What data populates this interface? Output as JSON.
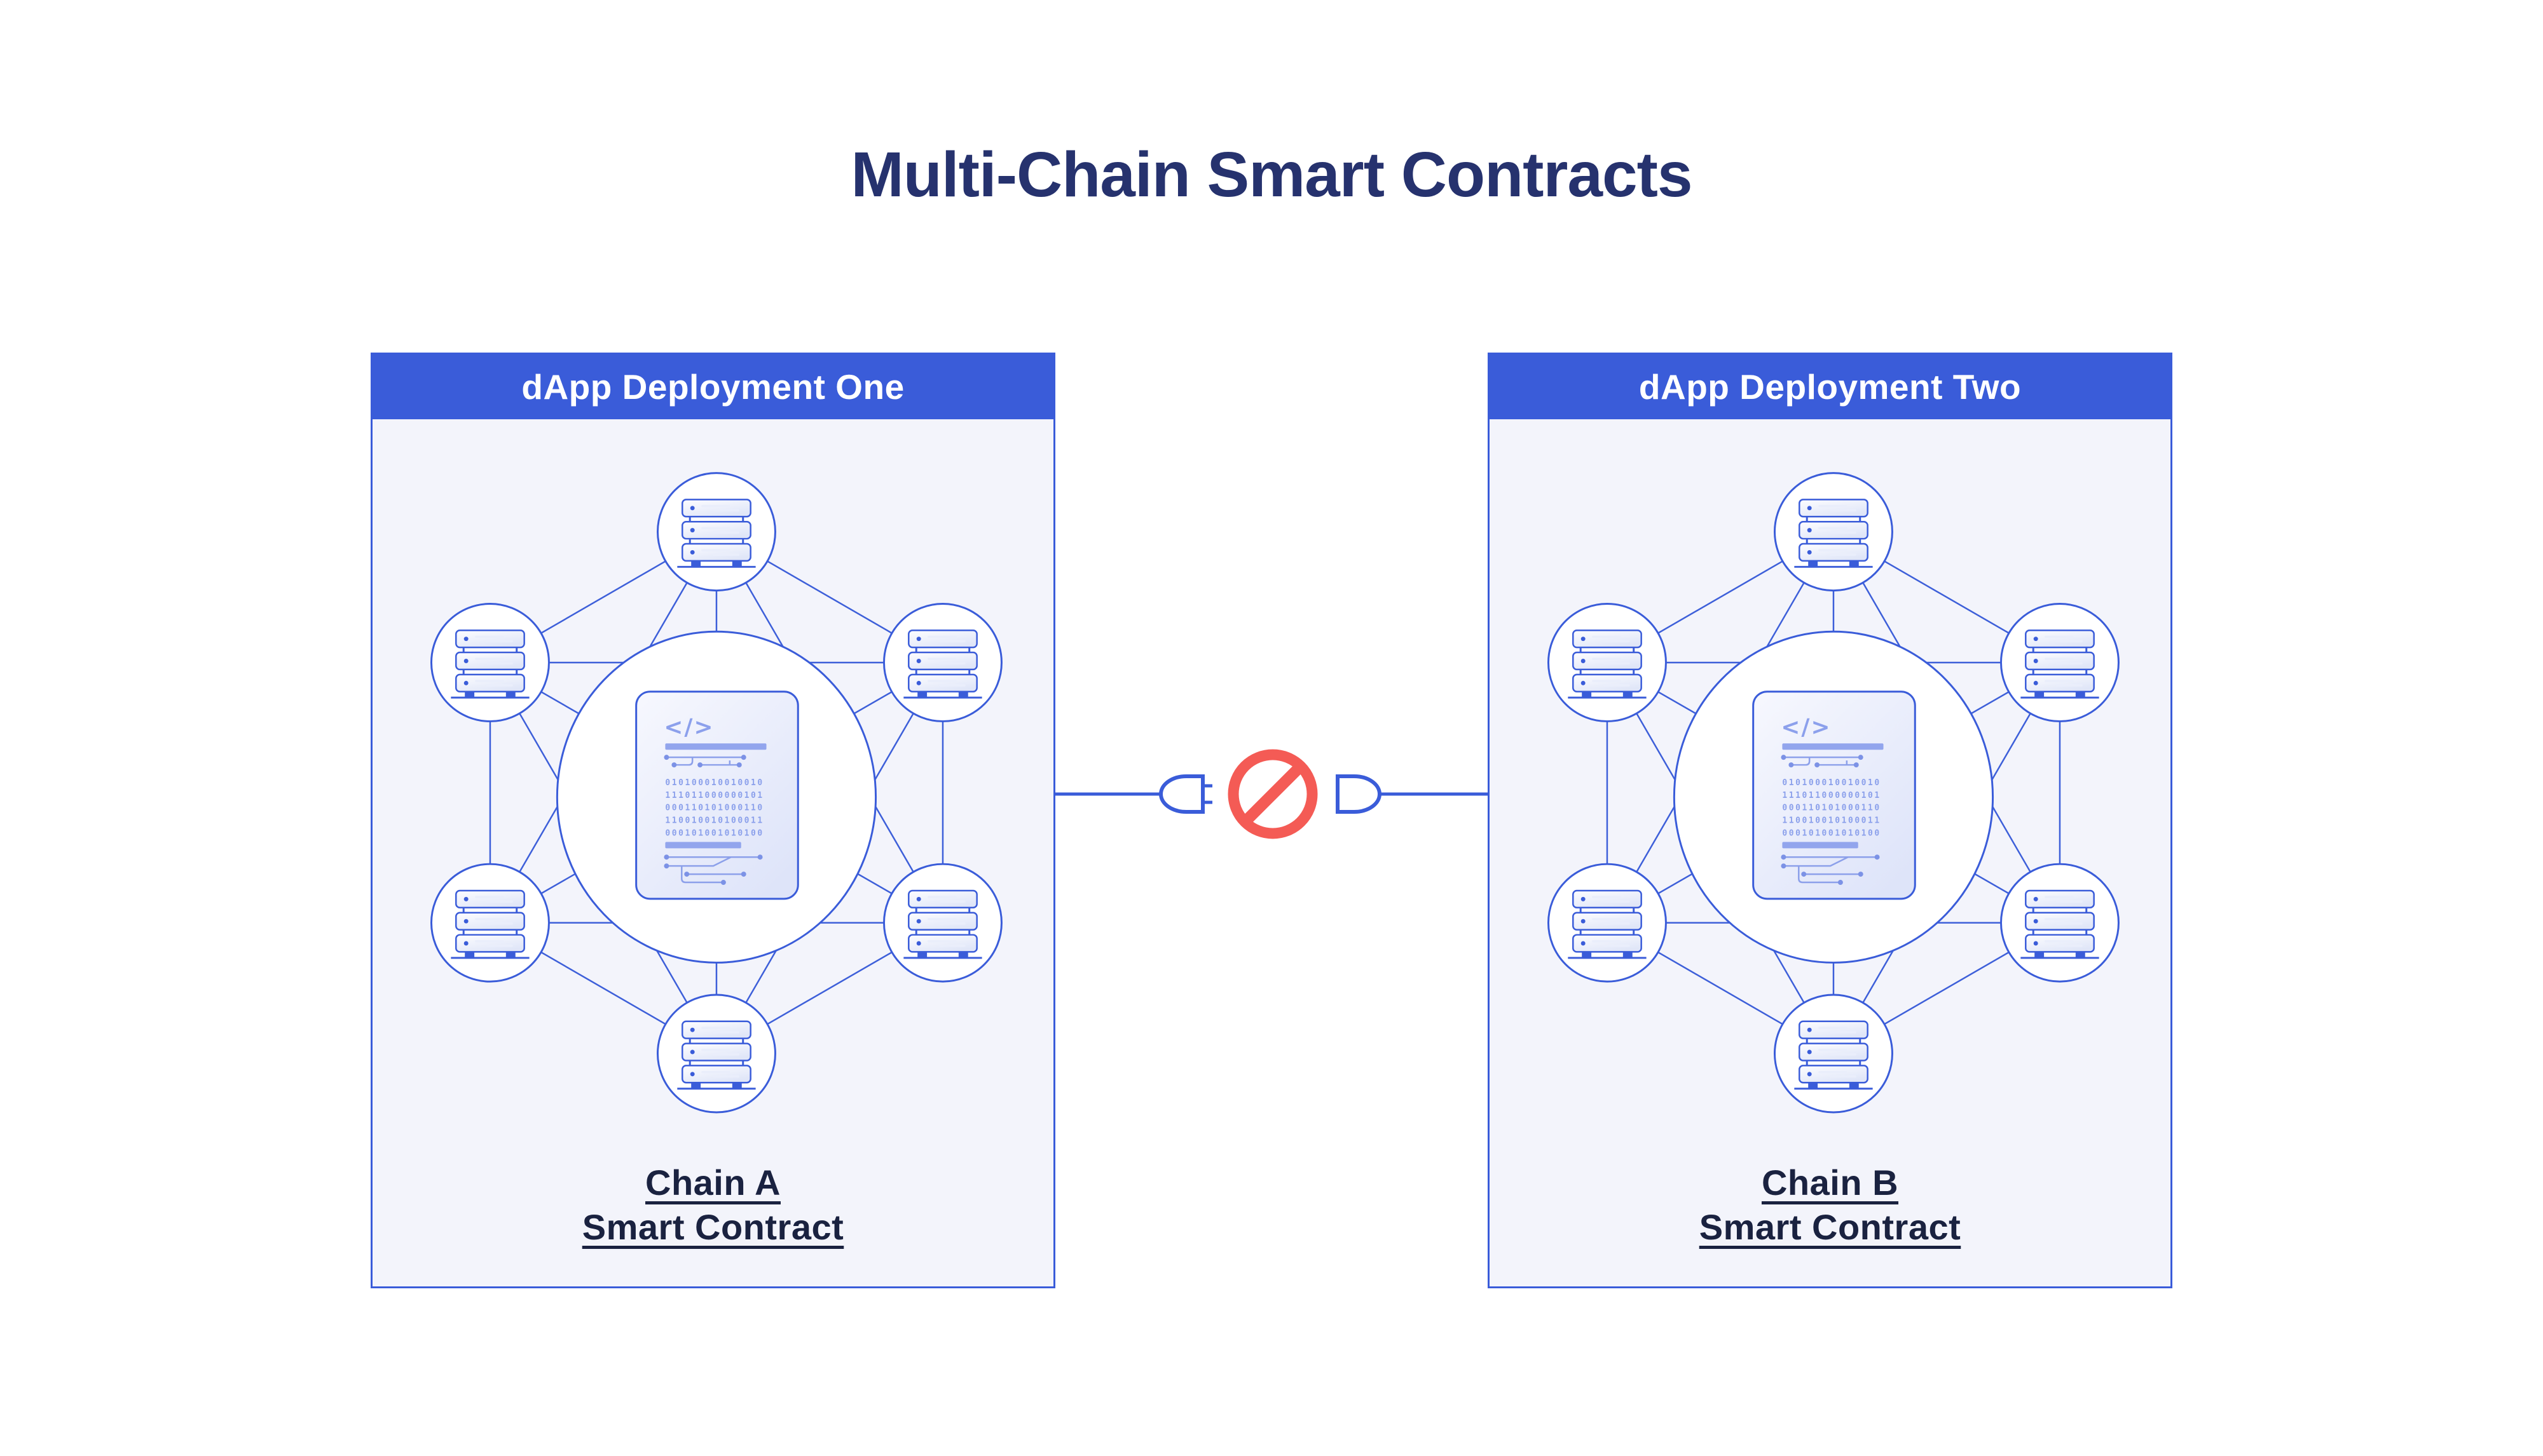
{
  "title": "Multi-Chain Smart Contracts",
  "panels": [
    {
      "header": "dApp Deployment One",
      "chain_line1": "Chain A",
      "chain_line2": "Smart Contract"
    },
    {
      "header": "dApp Deployment Two",
      "chain_line1": "Chain B",
      "chain_line2": "Smart Contract"
    }
  ],
  "contract_icon": {
    "code_glyph": "</>",
    "binary_rows": [
      "010100010010010",
      "111011000000101",
      "000110101000110",
      "110010010100011",
      "000101001010100"
    ]
  },
  "connector": {
    "status": "blocked"
  },
  "colors": {
    "accent_blue": "#3A5CD9",
    "panel_bg": "#F3F4FB",
    "title_navy": "#26326E",
    "label_navy": "#1A2240",
    "icon_lavender": "#8CA0EC",
    "no_entry_red": "#F45B55"
  }
}
